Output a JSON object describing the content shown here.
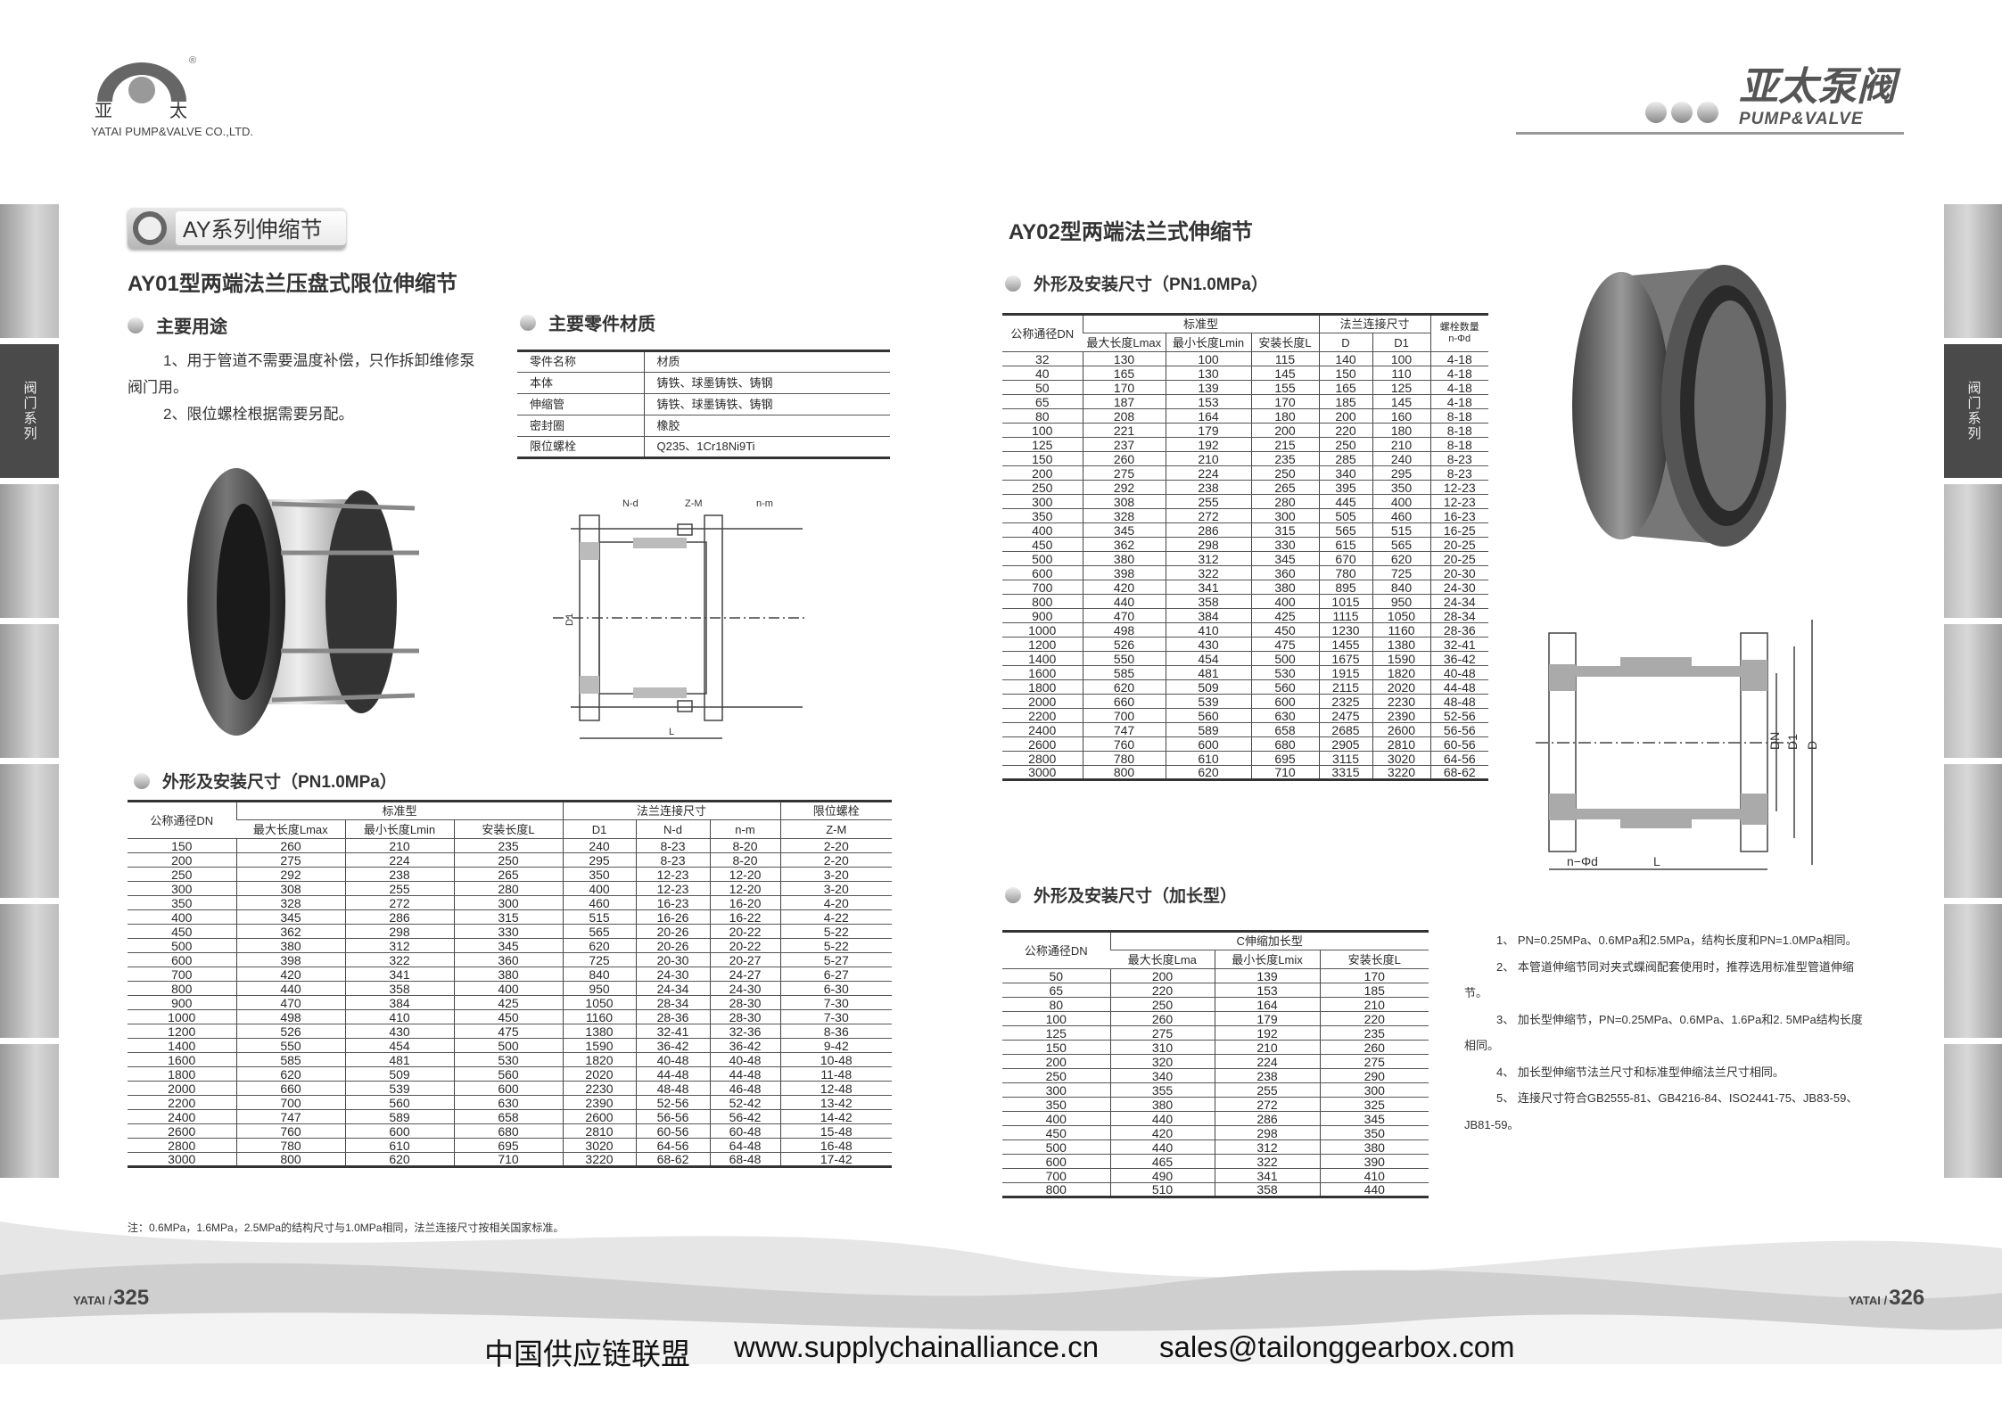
{
  "header": {
    "logo_cn_left": "亚",
    "logo_cn_right": "太",
    "company": "YATAI PUMP&VALVE CO.,LTD.",
    "registered": "®",
    "brand_cn": "亚太泵阀",
    "brand_en": "PUMP&VALVE"
  },
  "side_tab": "阀门系列",
  "left": {
    "series_badge": "AY系列伸缩节",
    "title": "AY01型两端法兰压盘式限位伸缩节",
    "usage_heading": "主要用途",
    "usage": [
      "1、用于管道不需要温度补偿，只作拆卸维修泵阀门用。",
      "2、限位螺栓根据需要另配。"
    ],
    "materials_heading": "主要零件材质",
    "materials": {
      "header": [
        "零件名称",
        "材质"
      ],
      "rows": [
        [
          "本体",
          "铸铁、球墨铸铁、铸钢"
        ],
        [
          "伸缩管",
          "铸铁、球墨铸铁、铸钢"
        ],
        [
          "密封圈",
          "橡胶"
        ],
        [
          "限位螺栓",
          "Q235、1Cr18Ni9Ti"
        ]
      ]
    },
    "diagram_labels": {
      "nd": "N-d",
      "zm": "Z-M",
      "nm": "n-m",
      "d1": "D1",
      "l": "L"
    },
    "table_heading": "外形及安装尺寸（PN1.0MPa）",
    "table": {
      "h_dn": "公称通径DN",
      "h_std": "标准型",
      "h_flange": "法兰连接尺寸",
      "h_bolt": "限位螺栓",
      "sub": [
        "最大长度Lmax",
        "最小长度Lmin",
        "安装长度L",
        "D1",
        "N-d",
        "n-m",
        "Z-M"
      ],
      "rows": [
        [
          "150",
          "260",
          "210",
          "235",
          "240",
          "8-23",
          "8-20",
          "2-20"
        ],
        [
          "200",
          "275",
          "224",
          "250",
          "295",
          "8-23",
          "8-20",
          "2-20"
        ],
        [
          "250",
          "292",
          "238",
          "265",
          "350",
          "12-23",
          "12-20",
          "3-20"
        ],
        [
          "300",
          "308",
          "255",
          "280",
          "400",
          "12-23",
          "12-20",
          "3-20"
        ],
        [
          "350",
          "328",
          "272",
          "300",
          "460",
          "16-23",
          "16-20",
          "4-20"
        ],
        [
          "400",
          "345",
          "286",
          "315",
          "515",
          "16-26",
          "16-22",
          "4-22"
        ],
        [
          "450",
          "362",
          "298",
          "330",
          "565",
          "20-26",
          "20-22",
          "5-22"
        ],
        [
          "500",
          "380",
          "312",
          "345",
          "620",
          "20-26",
          "20-22",
          "5-22"
        ],
        [
          "600",
          "398",
          "322",
          "360",
          "725",
          "20-30",
          "20-27",
          "5-27"
        ],
        [
          "700",
          "420",
          "341",
          "380",
          "840",
          "24-30",
          "24-27",
          "6-27"
        ],
        [
          "800",
          "440",
          "358",
          "400",
          "950",
          "24-34",
          "24-30",
          "6-30"
        ],
        [
          "900",
          "470",
          "384",
          "425",
          "1050",
          "28-34",
          "28-30",
          "7-30"
        ],
        [
          "1000",
          "498",
          "410",
          "450",
          "1160",
          "28-36",
          "28-30",
          "7-30"
        ],
        [
          "1200",
          "526",
          "430",
          "475",
          "1380",
          "32-41",
          "32-36",
          "8-36"
        ],
        [
          "1400",
          "550",
          "454",
          "500",
          "1590",
          "36-42",
          "36-42",
          "9-42"
        ],
        [
          "1600",
          "585",
          "481",
          "530",
          "1820",
          "40-48",
          "40-48",
          "10-48"
        ],
        [
          "1800",
          "620",
          "509",
          "560",
          "2020",
          "44-48",
          "44-48",
          "11-48"
        ],
        [
          "2000",
          "660",
          "539",
          "600",
          "2230",
          "48-48",
          "46-48",
          "12-48"
        ],
        [
          "2200",
          "700",
          "560",
          "630",
          "2390",
          "52-56",
          "52-42",
          "13-42"
        ],
        [
          "2400",
          "747",
          "589",
          "658",
          "2600",
          "56-56",
          "56-42",
          "14-42"
        ],
        [
          "2600",
          "760",
          "600",
          "680",
          "2810",
          "60-56",
          "60-48",
          "15-48"
        ],
        [
          "2800",
          "780",
          "610",
          "695",
          "3020",
          "64-56",
          "64-48",
          "16-48"
        ],
        [
          "3000",
          "800",
          "620",
          "710",
          "3220",
          "68-62",
          "68-48",
          "17-42"
        ]
      ]
    },
    "note": "注：0.6MPa，1.6MPa，2.5MPa的结构尺寸与1.0MPa相同，法兰连接尺寸按相关国家标准。",
    "page_brand": "YATAI /",
    "page_no": "325"
  },
  "right": {
    "title": "AY02型两端法兰式伸缩节",
    "table_heading": "外形及安装尺寸（PN1.0MPa）",
    "table": {
      "h_dn": "公称通径DN",
      "h_std": "标准型",
      "h_flange": "法兰连接尺寸",
      "h_bolt": "螺栓数量",
      "h_bolt_sub": "n-Φd",
      "sub": [
        "最大长度Lmax",
        "最小长度Lmin",
        "安装长度L",
        "D",
        "D1"
      ],
      "rows": [
        [
          "32",
          "130",
          "100",
          "115",
          "140",
          "100",
          "4-18"
        ],
        [
          "40",
          "165",
          "130",
          "145",
          "150",
          "110",
          "4-18"
        ],
        [
          "50",
          "170",
          "139",
          "155",
          "165",
          "125",
          "4-18"
        ],
        [
          "65",
          "187",
          "153",
          "170",
          "185",
          "145",
          "4-18"
        ],
        [
          "80",
          "208",
          "164",
          "180",
          "200",
          "160",
          "8-18"
        ],
        [
          "100",
          "221",
          "179",
          "200",
          "220",
          "180",
          "8-18"
        ],
        [
          "125",
          "237",
          "192",
          "215",
          "250",
          "210",
          "8-18"
        ],
        [
          "150",
          "260",
          "210",
          "235",
          "285",
          "240",
          "8-23"
        ],
        [
          "200",
          "275",
          "224",
          "250",
          "340",
          "295",
          "8-23"
        ],
        [
          "250",
          "292",
          "238",
          "265",
          "395",
          "350",
          "12-23"
        ],
        [
          "300",
          "308",
          "255",
          "280",
          "445",
          "400",
          "12-23"
        ],
        [
          "350",
          "328",
          "272",
          "300",
          "505",
          "460",
          "16-23"
        ],
        [
          "400",
          "345",
          "286",
          "315",
          "565",
          "515",
          "16-25"
        ],
        [
          "450",
          "362",
          "298",
          "330",
          "615",
          "565",
          "20-25"
        ],
        [
          "500",
          "380",
          "312",
          "345",
          "670",
          "620",
          "20-25"
        ],
        [
          "600",
          "398",
          "322",
          "360",
          "780",
          "725",
          "20-30"
        ],
        [
          "700",
          "420",
          "341",
          "380",
          "895",
          "840",
          "24-30"
        ],
        [
          "800",
          "440",
          "358",
          "400",
          "1015",
          "950",
          "24-34"
        ],
        [
          "900",
          "470",
          "384",
          "425",
          "1115",
          "1050",
          "28-34"
        ],
        [
          "1000",
          "498",
          "410",
          "450",
          "1230",
          "1160",
          "28-36"
        ],
        [
          "1200",
          "526",
          "430",
          "475",
          "1455",
          "1380",
          "32-41"
        ],
        [
          "1400",
          "550",
          "454",
          "500",
          "1675",
          "1590",
          "36-42"
        ],
        [
          "1600",
          "585",
          "481",
          "530",
          "1915",
          "1820",
          "40-48"
        ],
        [
          "1800",
          "620",
          "509",
          "560",
          "2115",
          "2020",
          "44-48"
        ],
        [
          "2000",
          "660",
          "539",
          "600",
          "2325",
          "2230",
          "48-48"
        ],
        [
          "2200",
          "700",
          "560",
          "630",
          "2475",
          "2390",
          "52-56"
        ],
        [
          "2400",
          "747",
          "589",
          "658",
          "2685",
          "2600",
          "56-56"
        ],
        [
          "2600",
          "760",
          "600",
          "680",
          "2905",
          "2810",
          "60-56"
        ],
        [
          "2800",
          "780",
          "610",
          "695",
          "3115",
          "3020",
          "64-56"
        ],
        [
          "3000",
          "800",
          "620",
          "710",
          "3315",
          "3220",
          "68-62"
        ]
      ]
    },
    "diagram_labels": {
      "dn": "DN",
      "d1": "D1",
      "d": "D",
      "nphid": "n−Φd",
      "l": "L"
    },
    "ext_heading": "外形及安装尺寸（加长型）",
    "ext_table": {
      "h_dn": "公称通径DN",
      "h_group": "C伸缩加长型",
      "sub": [
        "最大长度Lma",
        "最小长度Lmix",
        "安装长度L"
      ],
      "rows": [
        [
          "50",
          "200",
          "139",
          "170"
        ],
        [
          "65",
          "220",
          "153",
          "185"
        ],
        [
          "80",
          "250",
          "164",
          "210"
        ],
        [
          "100",
          "260",
          "179",
          "220"
        ],
        [
          "125",
          "275",
          "192",
          "235"
        ],
        [
          "150",
          "310",
          "210",
          "260"
        ],
        [
          "200",
          "320",
          "224",
          "275"
        ],
        [
          "250",
          "340",
          "238",
          "290"
        ],
        [
          "300",
          "355",
          "255",
          "300"
        ],
        [
          "350",
          "380",
          "272",
          "325"
        ],
        [
          "400",
          "440",
          "286",
          "345"
        ],
        [
          "450",
          "420",
          "298",
          "350"
        ],
        [
          "500",
          "440",
          "312",
          "380"
        ],
        [
          "600",
          "465",
          "322",
          "390"
        ],
        [
          "700",
          "490",
          "341",
          "410"
        ],
        [
          "800",
          "510",
          "358",
          "440"
        ]
      ]
    },
    "notes": [
      "1、 PN=0.25MPa、0.6MPa和2.5MPa，结构长度和PN=1.0MPa相同。",
      "2、 本管道伸缩节同对夹式蝶阀配套使用时，推荐选用标准型管道伸缩节。",
      "3、 加长型伸缩节，PN=0.25MPa、0.6MPa、1.6Pa和2. 5MPa结构长度相同。",
      "4、 加长型伸缩节法兰尺寸和标准型伸缩法兰尺寸相同。",
      "5、 连接尺寸符合GB2555-81、GB4216-84、ISO2441-75、JB83-59、JB81-59。"
    ],
    "page_brand": "YATAI /",
    "page_no": "326"
  },
  "watermark": {
    "org": "中国供应链联盟",
    "url": "www.supplychainalliance.cn",
    "email": "sales@tailonggearbox.com"
  }
}
